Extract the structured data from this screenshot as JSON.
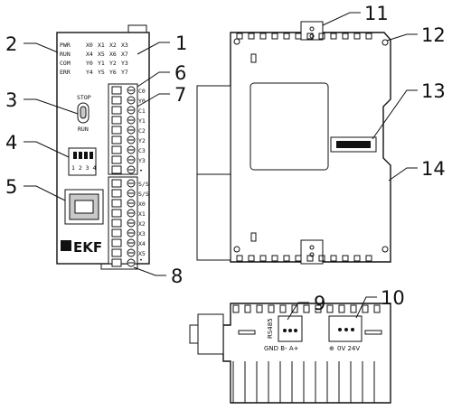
{
  "callouts": [
    "1",
    "2",
    "3",
    "4",
    "5",
    "6",
    "7",
    "8",
    "9",
    "10",
    "11",
    "12",
    "13",
    "14"
  ],
  "status_leds": [
    "PWR",
    "RUN",
    "COM",
    "ERR"
  ],
  "io_rows": [
    [
      "X0",
      "X1",
      "X2",
      "X3"
    ],
    [
      "X4",
      "X5",
      "X6",
      "X7"
    ],
    [
      "Y0",
      "Y1",
      "Y2",
      "Y3"
    ],
    [
      "Y4",
      "Y5",
      "Y6",
      "Y7"
    ]
  ],
  "switch_labels": {
    "top": "STOP",
    "bottom": "RUN"
  },
  "dip_numbers": "1 2 3 4",
  "upper_terminals": [
    "C0",
    "Y0",
    "C1",
    "Y1",
    "C2",
    "Y2",
    "C3",
    "Y3",
    "•"
  ],
  "lower_terminals": [
    "S/S",
    "S/S",
    "X0",
    "X1",
    "X2",
    "X3",
    "X4",
    "X5",
    "•"
  ],
  "brand": "EKF",
  "rs485": {
    "name": "RS485",
    "pins": "GND B- A+"
  },
  "power": {
    "pins": "0V 24V",
    "symbol": "⊕"
  }
}
